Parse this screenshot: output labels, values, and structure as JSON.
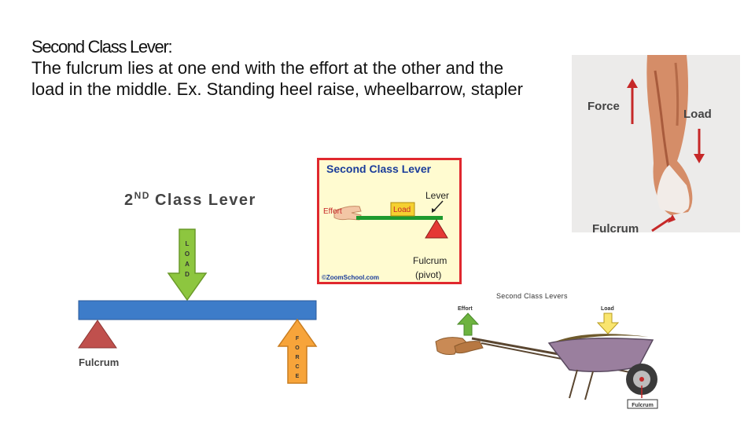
{
  "slide": {
    "heading": "Second Class Lever:",
    "body": "The fulcrum lies at one end with the effort at the other and the load in the middle.  Ex. Standing heel raise, wheelbarrow, stapler"
  },
  "diagram_main": {
    "title_prefix": "2",
    "title_sup": "ND",
    "title_rest": "Class Lever",
    "load_letters": [
      "L",
      "O",
      "A",
      "D"
    ],
    "force_letters": [
      "F",
      "O",
      "R",
      "C",
      "E"
    ],
    "fulcrum_label": "Fulcrum"
  },
  "diagram_zoom": {
    "title": "Second Class Lever",
    "effort": "Effort",
    "load": "Load",
    "lever": "Lever",
    "fulcrum": "Fulcrum",
    "pivot": "(pivot)",
    "credit": "©ZoomSchool.com"
  },
  "diagram_leg": {
    "force": "Force",
    "load": "Load",
    "fulcrum": "Fulcrum"
  },
  "diagram_wheelbarrow": {
    "title": "Second Class Levers",
    "effort": "Effort",
    "load": "Load",
    "fulcrum": "Fulcrum"
  }
}
